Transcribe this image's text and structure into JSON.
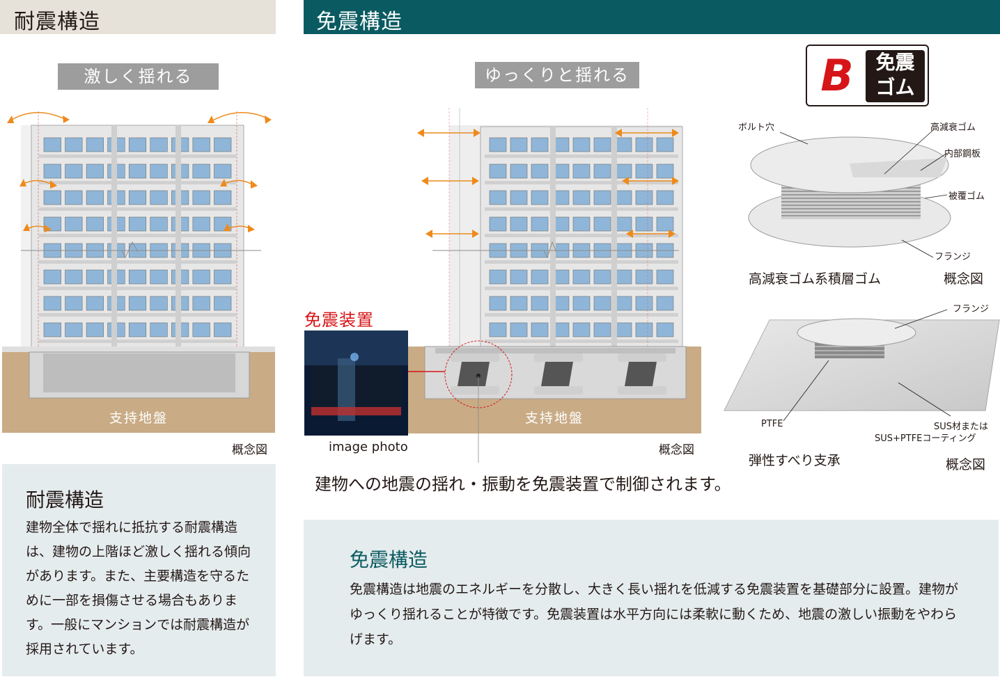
{
  "header": {
    "left_title": "耐震構造",
    "right_title": "免震構造"
  },
  "left_diagram": {
    "label": "激しく揺れる",
    "ground_label": "支持地盤",
    "caption": "概念図"
  },
  "center_diagram": {
    "label": "ゆっくりと揺れる",
    "ground_label": "支持地盤",
    "caption": "概念図",
    "device_label": "免震装置",
    "photo_caption": "image photo",
    "summary": "建物への地震の揺れ・振動を免震装置で制御されます。"
  },
  "logo": {
    "line1": "免震",
    "line2": "ゴム",
    "mark": "B",
    "brand_color": "#d61518"
  },
  "rubber_bearing": {
    "labels": {
      "bolt_hole": "ボルト穴",
      "high_damping_rubber": "高減衰ゴム",
      "inner_steel_plate": "内部鋼板",
      "cover_rubber": "被覆ゴム",
      "flange": "フランジ"
    },
    "title": "高減衰ゴム系積層ゴム",
    "caption": "概念図"
  },
  "slide_bearing": {
    "labels": {
      "flange": "フランジ",
      "ptfe": "PTFE",
      "sus_line1": "SUS材または",
      "sus_line2": "SUS+PTFEコーティング"
    },
    "title": "弾性すべり支承",
    "caption": "概念図"
  },
  "left_description": {
    "title": "耐震構造",
    "body": "建物全体で揺れに抵抗する耐震構造は、建物の上階ほど激しく揺れる傾向があります。また、主要構造を守るために一部を損傷させる場合もあります。一般にマンションでは耐震構造が採用されています。"
  },
  "right_description": {
    "title": "免震構造",
    "body": "免震構造は地震のエネルギーを分散し、大きく長い揺れを低減する免震装置を基礎部分に設置。建物がゆっくり揺れることが特徴です。免震装置は水平方向には柔軟に動くため、地震の激しい振動をやわらげます。"
  },
  "colors": {
    "accent_teal": "#0a5b61",
    "arrow_orange": "#ee8a1b",
    "ground": "#c9ab85",
    "device_red": "#d61518",
    "panel_bg": "#e5ecee"
  }
}
